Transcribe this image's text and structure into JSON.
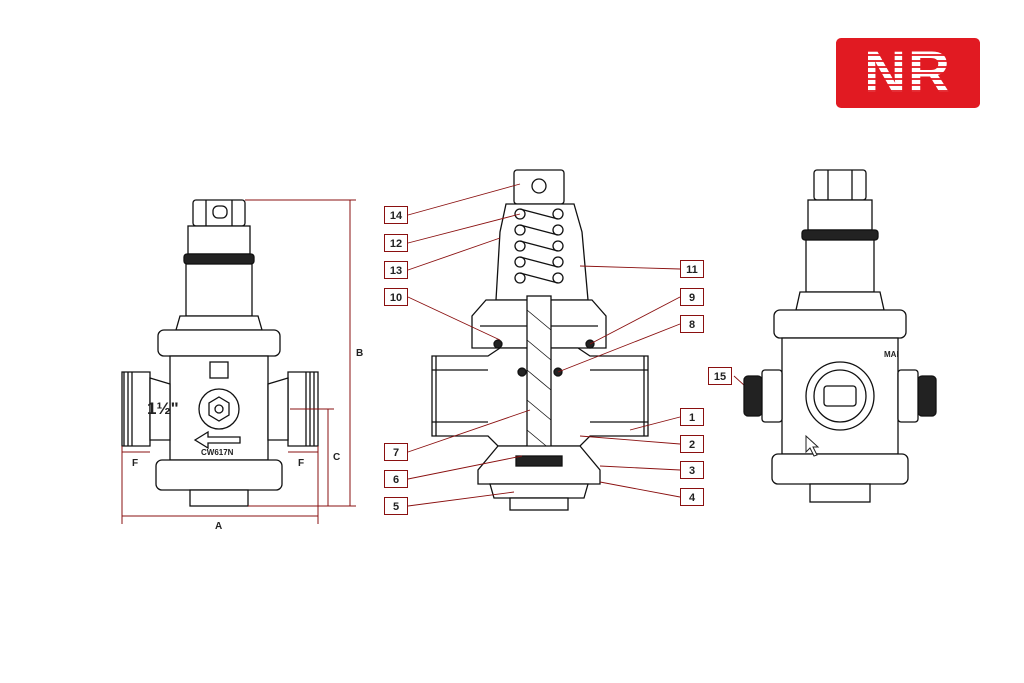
{
  "logo": {
    "text": "NR"
  },
  "dimensions": {
    "a": "A",
    "b": "B",
    "c": "C",
    "f_left": "F",
    "f_right": "F"
  },
  "front_view": {
    "size_mark": "1½\"",
    "material": "CW617N"
  },
  "right_view": {
    "mark": "MAI"
  },
  "callouts": [
    "1",
    "2",
    "3",
    "4",
    "5",
    "6",
    "7",
    "8",
    "9",
    "10",
    "11",
    "12",
    "13",
    "14",
    "15"
  ],
  "colors": {
    "accent": "#e11a22",
    "leader": "#8a1010",
    "line": "#111111"
  }
}
